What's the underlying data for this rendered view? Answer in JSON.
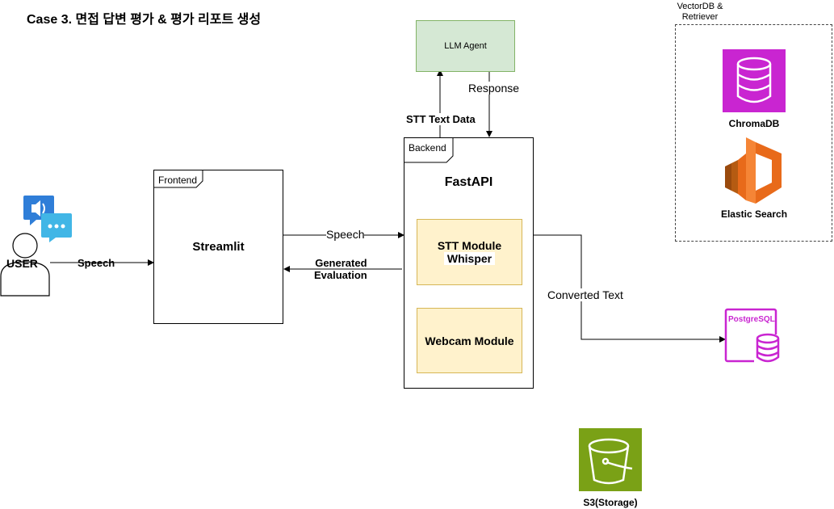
{
  "title": "Case 3. 면접 답변 평가 & 평가 리포트 생성",
  "user": {
    "label": "USER"
  },
  "frontend": {
    "tag": "Frontend",
    "name": "Streamlit"
  },
  "backend": {
    "tag": "Backend",
    "name": "FastAPI",
    "modules": [
      {
        "line1": "STT Module",
        "line2": "Whisper"
      },
      {
        "line1": "Webcam Module"
      }
    ]
  },
  "llm_agent": {
    "label": "LLM Agent"
  },
  "vector_group": {
    "label_line1": "VectorDB &",
    "label_line2": "Retriever"
  },
  "chromadb": {
    "label": "ChromaDB"
  },
  "elastic": {
    "label": "Elastic Search"
  },
  "postgres": {
    "label": "PostgreSQL"
  },
  "s3": {
    "label": "S3(Storage)"
  },
  "edges": {
    "user_speech": "Speech",
    "fe_speech": "Speech",
    "generated_line1": "Generated",
    "generated_line2": "Evaluation",
    "stt_text": "STT Text Data",
    "response": "Response",
    "converted": "Converted Text"
  },
  "colors": {
    "chroma": "#c925d1",
    "elastic": "#e86a1a",
    "s3": "#7aa116",
    "postgres": "#c925d1",
    "llm_fill": "#d5e8d4",
    "module_fill": "#fff2cc"
  }
}
